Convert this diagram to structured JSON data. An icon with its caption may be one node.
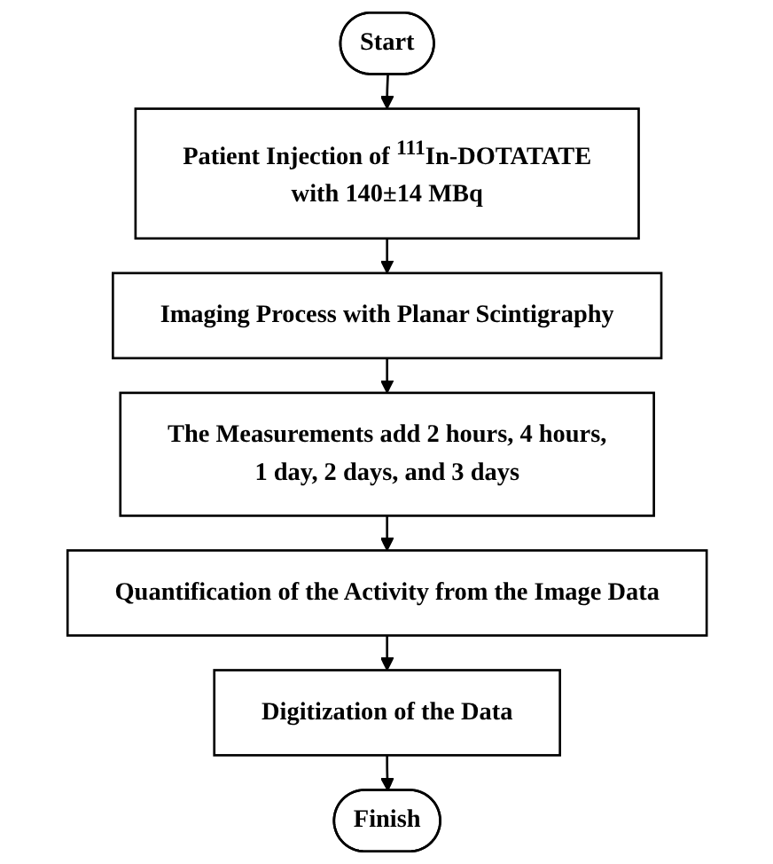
{
  "diagram": {
    "nodes": [
      {
        "text": [
          "Start"
        ]
      },
      {
        "text": [
          "Patient Injection of $^{111}$In-DOTATATE with 140±14 MBq"
        ]
      },
      {
        "text": [
          "Imaging Process with Planar Scintigraphy"
        ]
      },
      {
        "text": [
          "The Measurements add 2 hours, 4 hours, 1 day, 2 days, and 3 days"
        ]
      },
      {
        "text": [
          "Quantification of the Activity from the Image Data"
        ]
      },
      {
        "text": [
          "Digitization of the Data"
        ]
      },
      {
        "text": [
          "Finish"
        ]
      }
    ],
    "edges": [
      {
        "from": 0,
        "to": 1,
        "arrow": "to"
      },
      {
        "from": 1,
        "to": 2,
        "arrow": "to"
      },
      {
        "from": 2,
        "to": 3,
        "arrow": "to"
      },
      {
        "from": 3,
        "to": 4,
        "arrow": "to"
      },
      {
        "from": 4,
        "to": 5,
        "arrow": "to"
      },
      {
        "from": 5,
        "to": 6,
        "arrow": "to"
      }
    ]
  }
}
